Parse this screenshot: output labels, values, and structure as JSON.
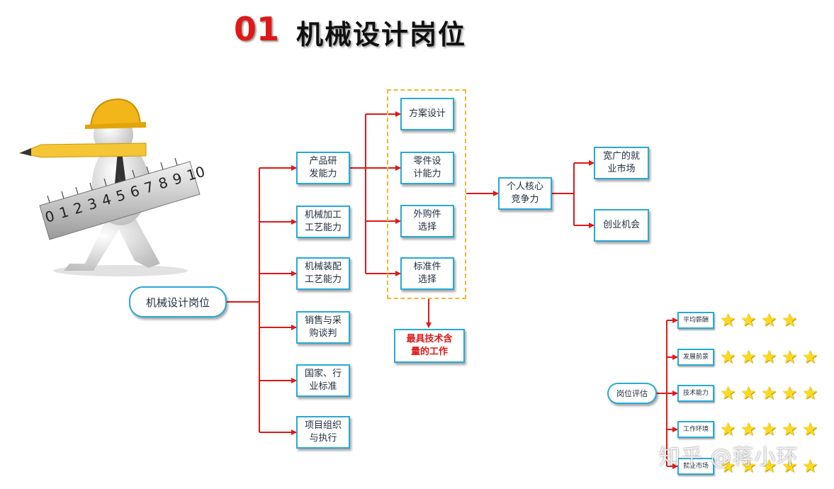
{
  "title": {
    "number": "01",
    "text": "机械设计岗位"
  },
  "root": "机械设计岗位",
  "abilities": [
    "产品研\n发能力",
    "机械加工\n工艺能力",
    "机械装配\n工艺能力",
    "销售与采\n购谈判",
    "国家、行\n业标准",
    "项目组织\n与执行"
  ],
  "design_tasks": [
    "方案设计",
    "零件设\n计能力",
    "外购件\n选择",
    "标准件\n选择"
  ],
  "highlight": "最具技术含\n量的工作",
  "core": "个人核心\n竞争力",
  "outcomes": [
    "宽广的就\n业市场",
    "创业机会"
  ],
  "evaluation": {
    "root": "岗位评估",
    "items": [
      {
        "label": "平均薪酬",
        "stars": 4
      },
      {
        "label": "发展前景",
        "stars": 5
      },
      {
        "label": "技术能力",
        "stars": 5
      },
      {
        "label": "工作环境",
        "stars": 5
      },
      {
        "label": "就业市场",
        "stars": 5
      }
    ]
  },
  "illustration": {
    "ruler_numbers": [
      "0",
      "1",
      "2",
      "3",
      "4",
      "5",
      "6",
      "7",
      "8",
      "9",
      "10"
    ]
  },
  "watermark": "知乎 @蒋小环",
  "colors": {
    "line": "#e01818",
    "box_border": "#29a9d6",
    "dashed": "#f2b632",
    "star": "#ffd91c"
  }
}
